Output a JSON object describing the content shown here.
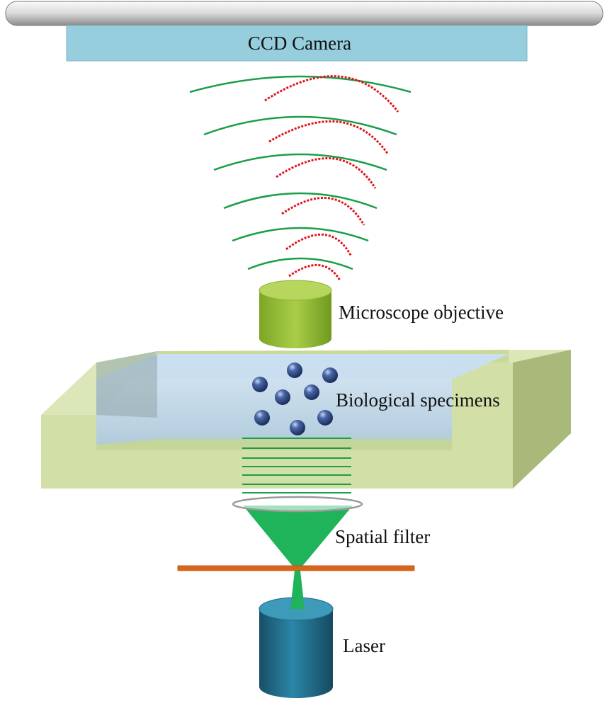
{
  "labels": {
    "camera": "CCD Camera",
    "objective": "Microscope objective",
    "specimens": "Biological specimens",
    "filter": "Spatial filter",
    "laser": "Laser"
  },
  "colors": {
    "reference_wave": "#1a9e4a",
    "object_wave": "#e0141c",
    "camera_body": "#96cedd",
    "objective": "#8dbb2a",
    "chamber": "#d2e0a7",
    "liquid": "#b9d3ea",
    "specimen": "#2a4a8a",
    "laser_beam": "#1fb35a",
    "aperture_plate": "#d9651b",
    "laser_body": "#1d6e8c"
  },
  "wavefronts": {
    "reference_count": 6,
    "object_count": 6
  },
  "specimen_count": 8
}
